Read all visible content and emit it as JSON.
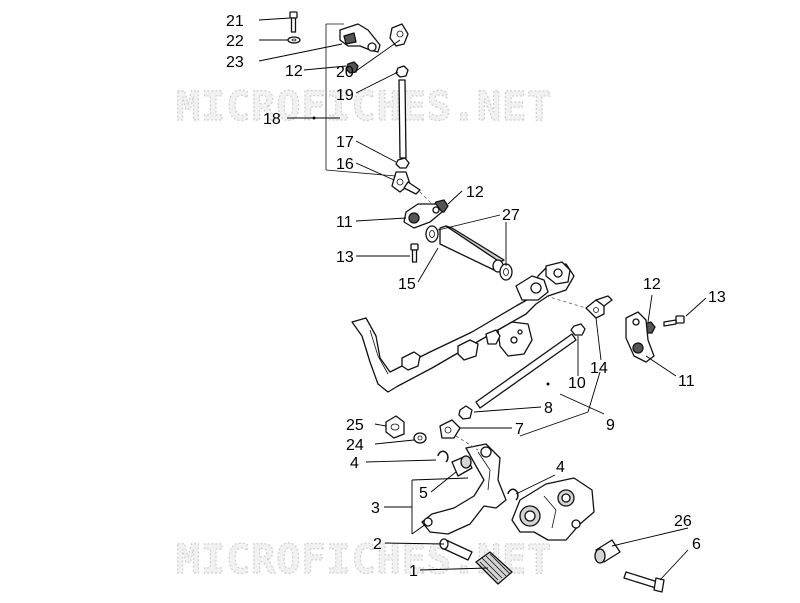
{
  "watermarks": {
    "top": "MICROFICHES.NET",
    "bottom": "MICROFICHES.NET"
  },
  "callouts": {
    "n21": "21",
    "n22": "22",
    "n23": "23",
    "n12a": "12",
    "n20": "20",
    "n19": "19",
    "n18": "18",
    "n17": "17",
    "n16": "16",
    "n12b": "12",
    "n11a": "11",
    "n27": "27",
    "n13a": "13",
    "n15": "15",
    "n12c": "12",
    "n13b": "13",
    "n14": "14",
    "n10": "10",
    "n11b": "11",
    "n8": "8",
    "n9": "9",
    "n25": "25",
    "n24": "24",
    "n7": "7",
    "n4a": "4",
    "n4b": "4",
    "n5": "5",
    "n3": "3",
    "n26": "26",
    "n2": "2",
    "n1": "1",
    "n6": "6"
  }
}
